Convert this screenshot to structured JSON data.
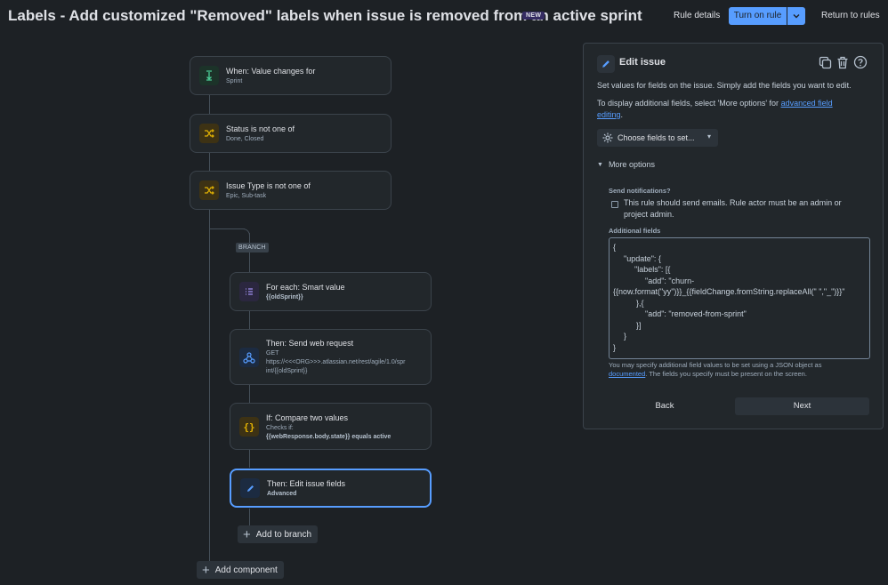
{
  "header": {
    "title": "Labels - Add customized \"Removed\" labels when issue is removed from an active sprint",
    "badge": "NEW",
    "rule_details": "Rule details",
    "turn_on": "Turn on rule",
    "return": "Return to rules"
  },
  "flow": {
    "trigger": {
      "title": "When: Value changes for",
      "sub": "Sprint",
      "icon": "lightning-arrow-icon"
    },
    "cond1": {
      "title": "Status is not one of",
      "sub": "Done, Closed",
      "icon": "shuffle-icon"
    },
    "cond2": {
      "title": "Issue Type is not one of",
      "sub": "Epic, Sub-task",
      "icon": "shuffle-icon"
    },
    "branch_label": "BRANCH",
    "foreach": {
      "title": "For each: Smart value",
      "sub": "{{oldSprint}}",
      "icon": "list-icon"
    },
    "webrequest": {
      "title": "Then: Send web request",
      "sub1": "GET",
      "sub2": "https://<<<ORG>>>.atlassian.net/rest/agile/1.0/spr",
      "sub3": "int/{{oldSprint}}",
      "icon": "webhook-icon"
    },
    "compare": {
      "title": "If: Compare two values",
      "sub1": "Checks if:",
      "sub2": "{{webResponse.body.state}} equals active",
      "icon": "braces-icon"
    },
    "edit": {
      "title": "Then: Edit issue fields",
      "sub": "Advanced",
      "icon": "pencil-icon"
    },
    "add_to_branch": "Add to branch",
    "add_component": "Add component"
  },
  "panel": {
    "title": "Edit issue",
    "desc1": "Set values for fields on the issue. Simply add the fields you want to edit.",
    "desc2a": "To display additional fields, select 'More options' for",
    "desc2link": "advanced field",
    "desc2link2": "editing",
    "desc2end": ".",
    "choose_fields": "Choose fields to set...",
    "more_options": "More options",
    "send_notifications_label": "Send notifications?",
    "notify_text": "This rule should send emails. Rule actor must be an admin or project admin.",
    "additional_fields_label": "Additional fields",
    "code_lines": [
      "{",
      "\"update\": {",
      "\"labels\": [{",
      "\"add\": \"churn-",
      "{{now.format(\"yy\")}}_{{fieldChange.fromString.replaceAll(\" \",\"_\")}}\"",
      "},{",
      "\"add\": \"removed-from-sprint\"",
      "}]",
      "}",
      "}"
    ],
    "help_text_a": "You may specify additional field values to be set using a JSON object as",
    "help_link": "documented",
    "help_text_b": ". The fields you specify must be present on the screen.",
    "back": "Back",
    "next": "Next"
  }
}
